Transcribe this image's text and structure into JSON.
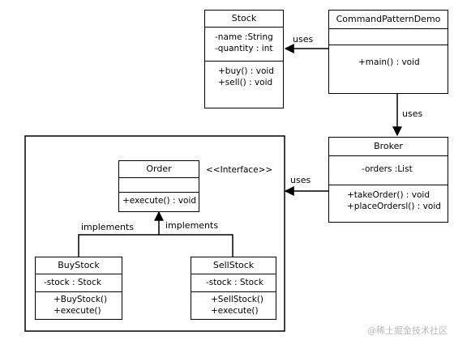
{
  "classes": {
    "stock": {
      "name": "Stock",
      "attributes": [
        "-name  :String",
        "-quantity  : int"
      ],
      "methods": [
        "+buy()  : void",
        "+sell()  : void"
      ]
    },
    "demo": {
      "name": "CommandPatternDemo",
      "attributes": [],
      "methods": [
        "+main()  : void"
      ]
    },
    "broker": {
      "name": "Broker",
      "attributes": [
        "-orders  :List"
      ],
      "methods": [
        "+takeOrder()  : void",
        "+placeOrdersl()   : void"
      ]
    },
    "order": {
      "name": "Order",
      "stereotype": "<<Interface>>",
      "attributes": [],
      "methods": [
        "+execute() : void"
      ]
    },
    "buystock": {
      "name": "BuyStock",
      "attributes": [
        "-stock  : Stock"
      ],
      "methods": [
        "+BuyStock()",
        "+execute()"
      ]
    },
    "sellstock": {
      "name": "SellStock",
      "attributes": [
        "-stock  : Stock"
      ],
      "methods": [
        "+SellStock()",
        "+execute()"
      ]
    }
  },
  "relations": {
    "demo_stock": "uses",
    "demo_broker": "uses",
    "broker_package": "uses",
    "buy_impl": "implements",
    "sell_impl": "implements"
  },
  "watermark": "@稀土掘金技术社区"
}
